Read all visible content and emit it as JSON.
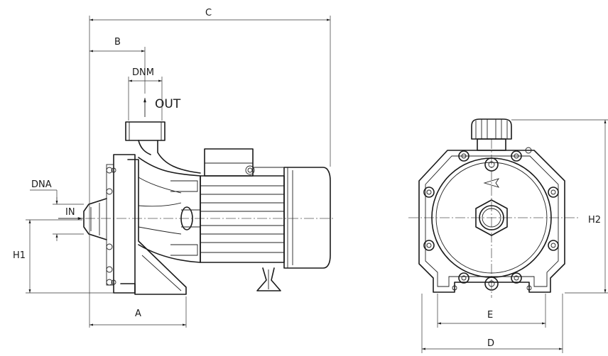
{
  "labels": {
    "c": "C",
    "b": "B",
    "dnm": "DNM",
    "out": "OUT",
    "dna": "DNA",
    "in": "IN",
    "h1": "H1",
    "a": "A",
    "h2": "H2",
    "e": "E",
    "d": "D"
  }
}
